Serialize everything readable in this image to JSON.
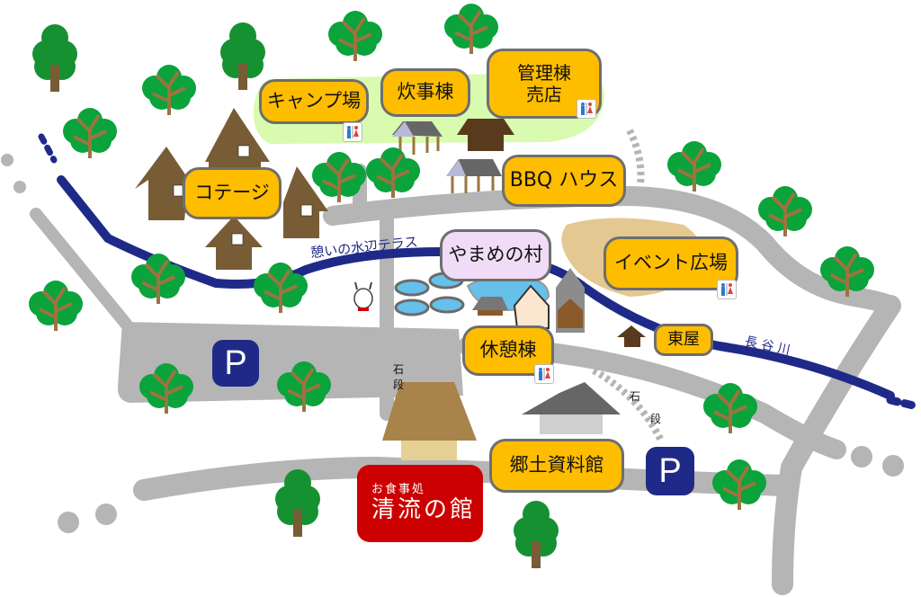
{
  "map": {
    "colors": {
      "label_fill": "#ffbd00",
      "label_border": "#6e6e6e",
      "highlight_label_fill": "#f0dcf7",
      "restaurant_fill": "#cc0000",
      "river": "#1f2a88",
      "road": "#b5b5b5",
      "tree_green": "#0aa33c",
      "tree_trunk": "#9b7440",
      "cottage_brown": "#785c35",
      "camp_area": "#d8fbb0",
      "event_plaza": "#e3c891",
      "parking": "#1f2a88"
    },
    "facilities": [
      {
        "id": "camp",
        "label": "キャンプ場",
        "restroom": true
      },
      {
        "id": "kitchen",
        "label": "炊事棟",
        "restroom": false
      },
      {
        "id": "office",
        "label": "管理棟\n売店",
        "line1": "管理棟",
        "line2": "売店",
        "restroom": true
      },
      {
        "id": "cottage",
        "label": "コテージ",
        "restroom": false
      },
      {
        "id": "bbq",
        "label": "BBQ ハウス",
        "restroom": false
      },
      {
        "id": "village",
        "label": "やまめの村",
        "restroom": false
      },
      {
        "id": "event",
        "label": "イベント広場",
        "restroom": true
      },
      {
        "id": "rest",
        "label": "休憩棟",
        "restroom": true
      },
      {
        "id": "gazebo",
        "label": "東屋",
        "restroom": false
      },
      {
        "id": "museum",
        "label": "郷土資料館",
        "restroom": false
      }
    ],
    "restaurant": {
      "sub": "お食事処",
      "name": "清流の館"
    },
    "parking": [
      {
        "label": "P"
      },
      {
        "label": "P"
      }
    ],
    "river_labels": {
      "terrace": "憩いの水辺テラス",
      "river": "長 谷 川"
    },
    "steps_label": {
      "top": "石",
      "bottom": "段"
    },
    "icons": {
      "restroom": "restroom-icon",
      "parking": "parking-icon",
      "tree": "tree-icon"
    }
  }
}
